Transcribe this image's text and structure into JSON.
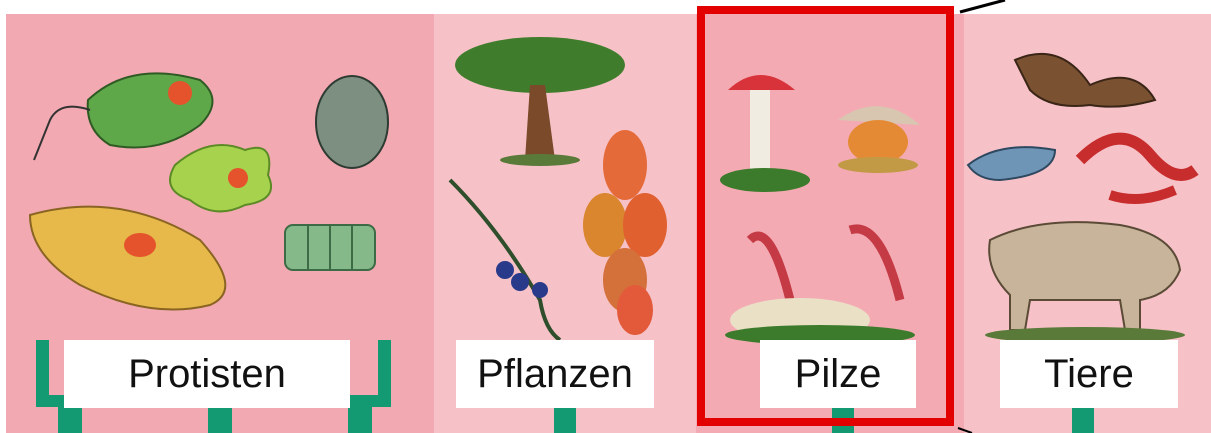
{
  "groups": [
    {
      "label": "Protisten"
    },
    {
      "label": "Pflanzen"
    },
    {
      "label": "Pilze"
    },
    {
      "label": "Tiere"
    }
  ],
  "highlight": {
    "target": "Pilze",
    "color": "#e30000"
  },
  "colors": {
    "panel_dark": "#f2a9b1",
    "panel_light": "#f6c2c8",
    "stem": "#149a72"
  }
}
